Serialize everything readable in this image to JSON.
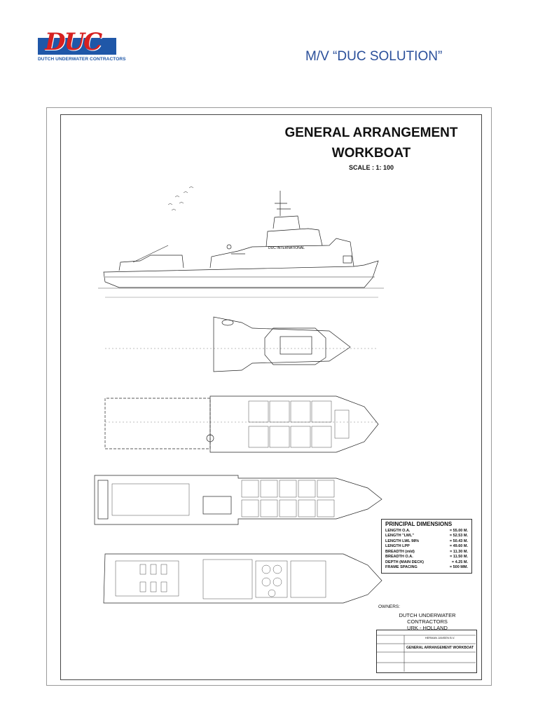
{
  "logo": {
    "name": "DUC",
    "subtitle": "DUTCH UNDERWATER CONTRACTORS"
  },
  "vessel_title": "M/V “DUC SOLUTION”",
  "drawing": {
    "title_line1": "GENERAL ARRANGEMENT",
    "title_line2": "WORKBOAT",
    "scale": "SCALE : 1: 100",
    "hull_label": "DUC INTERNATIONAL"
  },
  "principal_dimensions": {
    "heading": "PRINCIPAL DIMENSIONS",
    "rows": [
      {
        "label": "LENGTH O.A.",
        "value": "= 55.00 M."
      },
      {
        "label": "LENGTH \"LWL\"",
        "value": "= 52.53 M."
      },
      {
        "label": "LENGTH LWL 98%",
        "value": "= 50.43 M."
      },
      {
        "label": "LENGTH LPP",
        "value": "= 49.60 M."
      },
      {
        "label": "BREADTH (mld)",
        "value": "= 11.30 M."
      },
      {
        "label": "BREADTH O.A.",
        "value": "= 11.50 M."
      },
      {
        "label": "DEPTH (MAIN DECK)",
        "value": "= 4.25 M."
      },
      {
        "label": "FRAME SPACING",
        "value": "= 500 MM."
      }
    ]
  },
  "owners": {
    "label": "OWNERS:",
    "line1": "DUTCH UNDERWATER CONTRACTORS",
    "line2": "URK - HOLLAND"
  },
  "title_block": {
    "yard": "HERMAN JANSEN B.V.",
    "drawing_name": "GENERAL ARRANGEMENT WORKBOAT"
  }
}
